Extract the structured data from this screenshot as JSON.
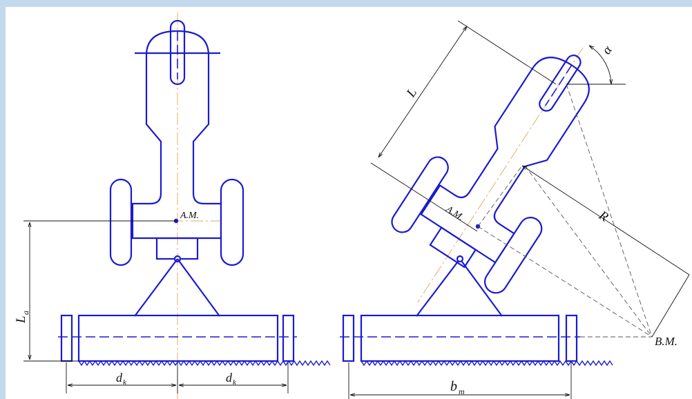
{
  "left_view": {
    "center_label": "A.M.",
    "height_label": "L",
    "height_label_sub": "a",
    "track_label_left": "d",
    "track_label_left_sub": "k",
    "track_label_right": "d",
    "track_label_right_sub": "k"
  },
  "right_view": {
    "center_label": "A.M.",
    "length_label": "L",
    "angle_label": "α",
    "radius_label": "R",
    "turn_center_label": "B.M.",
    "width_label": "b",
    "width_label_sub": "m"
  },
  "colors": {
    "line": "#1a1ad0",
    "axis": "#e3a35a",
    "background": "#c5d9ee"
  }
}
